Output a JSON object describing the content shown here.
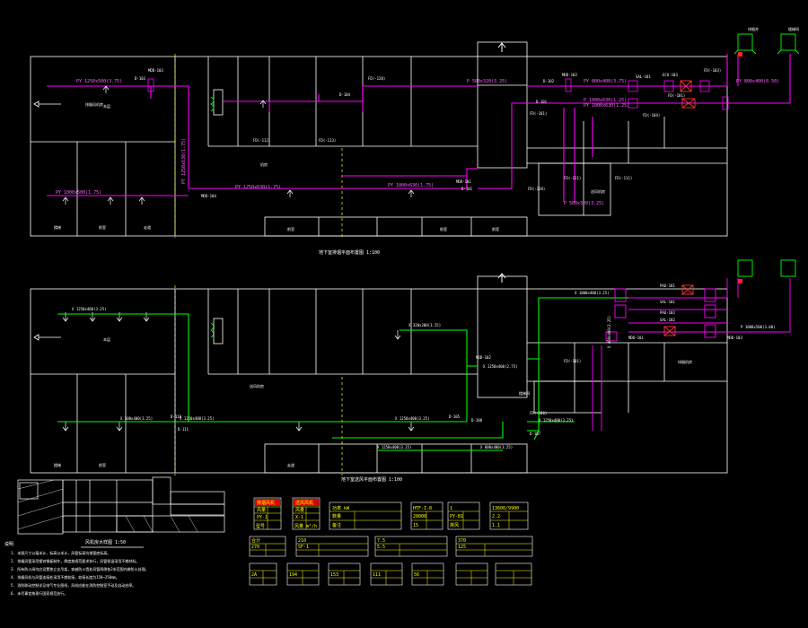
{
  "plan_top": {
    "pipe_labels": [
      "PY 1250x500(3.75)",
      "PY 1250x630(1.75)",
      "PY 1000x500(1.75)",
      "PY 1250x630(1.75)",
      "PY 1000x630(1.75)",
      "P 500x320(3.25)",
      "PY 800x400(3.75)",
      "PY 800x400(0.50)",
      "PY 1000x630(1.25)",
      "P 1000x630(1.25)",
      "P 500x320(3.25)"
    ],
    "tags": [
      "MDD-103",
      "D-103",
      "D-104",
      "FD(-120)",
      "FD(-113)",
      "FD(-112)",
      "MDD-102",
      "D-102",
      "D-101",
      "FD(-101)",
      "FD(-120)",
      "MDD-104",
      "MDD-101",
      "D-101",
      "FD(-121)",
      "SAL-101",
      "FD(-103)",
      "ECU-103",
      "FD(-101)",
      "FD(-104)",
      "FD(-111)"
    ],
    "room_labels": [
      "排烟风机房",
      "本层",
      "楼梯",
      "前室",
      "走道",
      "前室",
      "机房",
      "前室",
      "前室",
      "送风机房",
      "排烟井",
      "楼梯间"
    ],
    "caption": "地下室排烟平面布置图 1:100"
  },
  "plan_bottom": {
    "pipe_labels": [
      "X 1250x400(3.25)",
      "X 320x200(3.25)",
      "X 1250x400(3.25)",
      "X 1250x400(3.25)",
      "X 500x400(3.25)",
      "X 1250x400(3.25)",
      "X 800x400(3.25)",
      "X 1000x400(3.25)",
      "X 1250x400(2.75)",
      "P 1000x500(3.00)",
      "X 400x400(2.25)",
      "X 1250x400(3.25)"
    ],
    "tags": [
      "D-110",
      "D-111",
      "MDD-102",
      "D-108",
      "FD(-106)",
      "D-105",
      "D-107",
      "FD(-101)",
      "PAU-101",
      "PAU-102",
      "MDD-101",
      "SAL-101",
      "SAL-102",
      "MDD-103"
    ],
    "room_labels": [
      "本层",
      "楼梯",
      "前室",
      "走道",
      "送风机房",
      "楼梯间",
      "排烟机房"
    ],
    "caption": "地下室送风平面布置图 1:100"
  },
  "detail_title": "风机房大样图 1:50",
  "notes": {
    "heading": "说明",
    "lines": [
      "1. 本图尺寸以毫米计，标高以米计，风管标高均指管底标高。",
      "2. 排烟风管采用镀锌钢板制作，厚度按规范要求执行，风管保温采用不燃材料。",
      "3. 所有防火阀均应设置独立支吊架，穿越防火墙处风管两侧各2米范围内做防火处理。",
      "4. 排烟风机与风管连接处采用不燃软接，软接长度为150~250mm。",
      "5. 消防联动控制详见电气专业图纸，风机应能在消防控制室手动及自动启停。",
      "6. 未尽事宜按现行国家规范执行。"
    ]
  },
  "tables": {
    "red_header_1": [
      "排烟风机",
      "风量",
      "PY-1"
    ],
    "red_header_2": [
      "送风风机",
      "风量",
      "X-1"
    ],
    "cells": [
      "型号",
      "风量 m³/h",
      "功率 kW",
      "数量",
      "备注",
      "HTF-I-8",
      "28000",
      "15",
      "1",
      "PY-B1",
      "排风",
      "13600/9900",
      "2.2",
      "1.1",
      "合计",
      "270",
      "210",
      "SF-1",
      "7.5",
      "5.5",
      "370",
      "125",
      "2A",
      "194",
      "153",
      "111",
      "56"
    ]
  },
  "colors": {
    "background": "#000000",
    "outline": "#ffffff",
    "exhaust_duct": "#ff00ff",
    "supply_duct": "#00ff00",
    "axis": "#ffff00",
    "fan": "#00ff00",
    "valve": "#ff3333"
  },
  "icons": [
    "arrow-up-icon",
    "arrow-down-icon",
    "fire-damper-icon",
    "fan-icon",
    "exhaust-shaft-icon"
  ]
}
